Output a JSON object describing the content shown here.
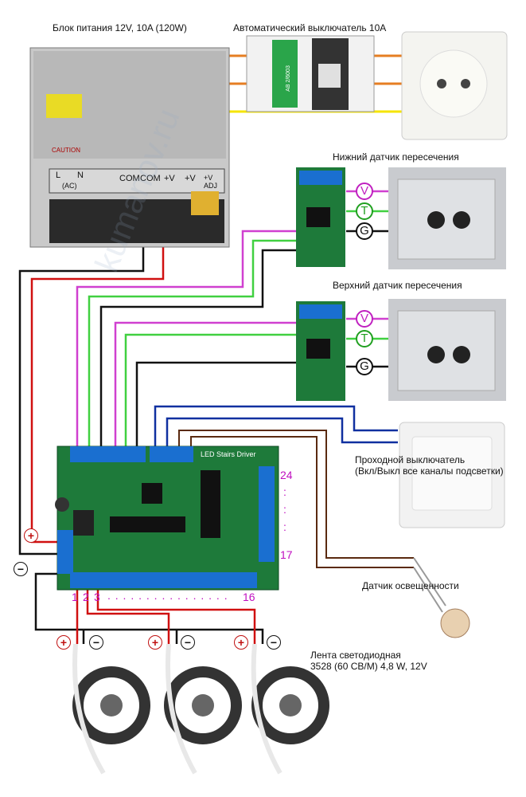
{
  "labels": {
    "psu_title": "Блок питания 12V, 10A (120W)",
    "breaker_title": "Автоматический выключатель 10А",
    "lower_sensor": "Нижний датчик пересечения",
    "upper_sensor": "Верхний датчик пересечения",
    "pass_switch_line1": "Проходной выключатель",
    "pass_switch_line2": "(Вкл/Выкл все каналы подсветки)",
    "light_sensor": "Датчик освещенности",
    "strip_line1": "Лента светодиодная",
    "strip_line2": "3528 (60 СВ/М) 4,8 W, 12V",
    "board_name": "LED Stairs Driver"
  },
  "psu_terminals": [
    "L",
    "N",
    "(AC)",
    "COM",
    "COM",
    "+V",
    "+V",
    "+V ADJ"
  ],
  "psu_caution": "CAUTION",
  "breaker_text": "AB 2/6003",
  "sensor_badges": [
    "V",
    "T",
    "G"
  ],
  "channel_numbers": {
    "ch1": "1",
    "ch2": "2",
    "ch3": "3",
    "dots": ". . . . . . . . . . . . . . . .",
    "ch16": "16",
    "ch24": "24",
    "vdots": ":",
    "ch17": "17"
  },
  "polarity": {
    "plus": "+",
    "minus": "−"
  },
  "watermark": "kumanov.ru",
  "colors": {
    "wire_orange": "#e67e22",
    "wire_yellow": "#f5e400",
    "wire_red": "#d01010",
    "wire_black": "#111111",
    "wire_magenta": "#d040d0",
    "wire_green": "#40d040",
    "wire_blue": "#1030a0",
    "wire_brown": "#5a2a10",
    "badge_magenta": "#c020c0",
    "badge_green": "#20a020",
    "pcb_green": "#1e7a3a",
    "terminal_blue": "#1a6fd0"
  }
}
